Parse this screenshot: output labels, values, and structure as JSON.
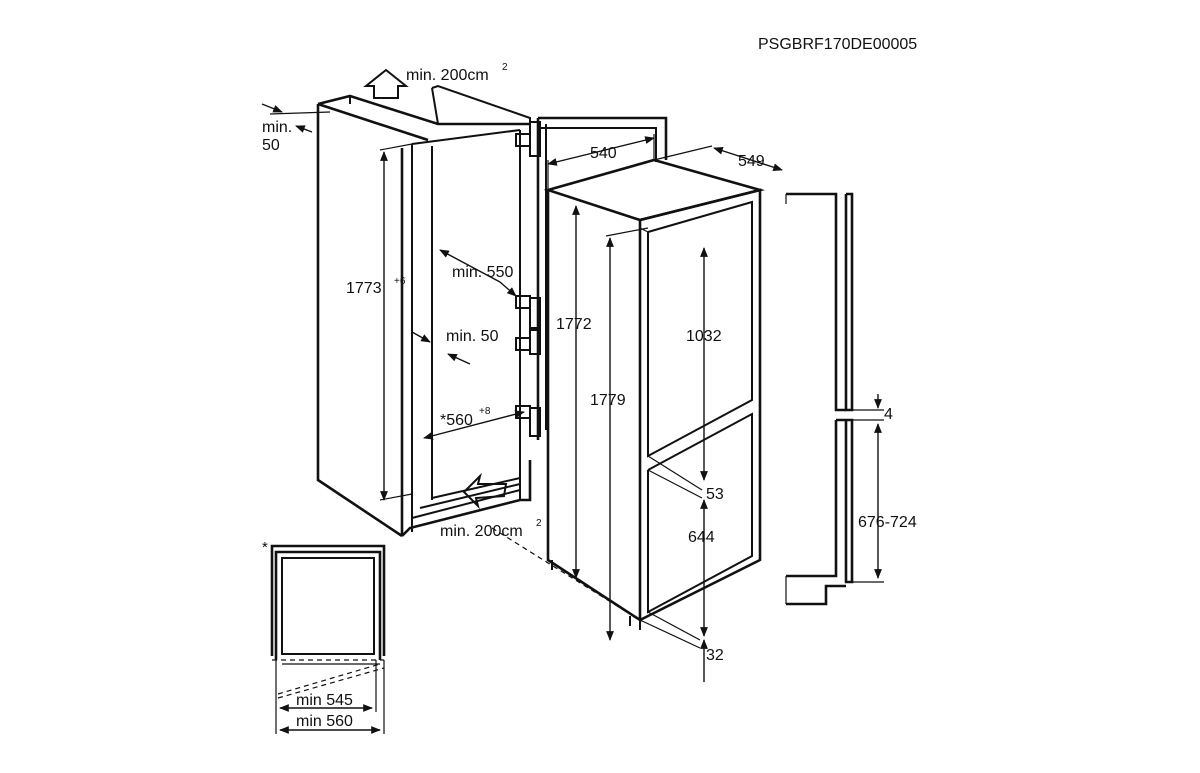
{
  "code": "PSGBRF170DE00005",
  "labels": {
    "vent_top": "min. 200cm",
    "vent_top_sup": "2",
    "min_top_a": "min.",
    "min_top_b": "50",
    "niche_height": "1773",
    "niche_height_sup": "+6",
    "min_depth": "min. 550",
    "min_gap": "min. 50",
    "niche_width": "*560",
    "niche_width_sup": "+8",
    "vent_bottom": "min. 200cm",
    "vent_bottom_sup": "2",
    "width_540": "540",
    "depth_549": "549",
    "height_1772": "1772",
    "height_1779": "1779",
    "door_upper": "1032",
    "door_gap": "53",
    "door_lower": "644",
    "bottom_gap": "32",
    "furniture_gap": "4",
    "furniture_door": "676-724",
    "asterisk": "*",
    "min_545": "min 545",
    "min_560": "min 560"
  }
}
